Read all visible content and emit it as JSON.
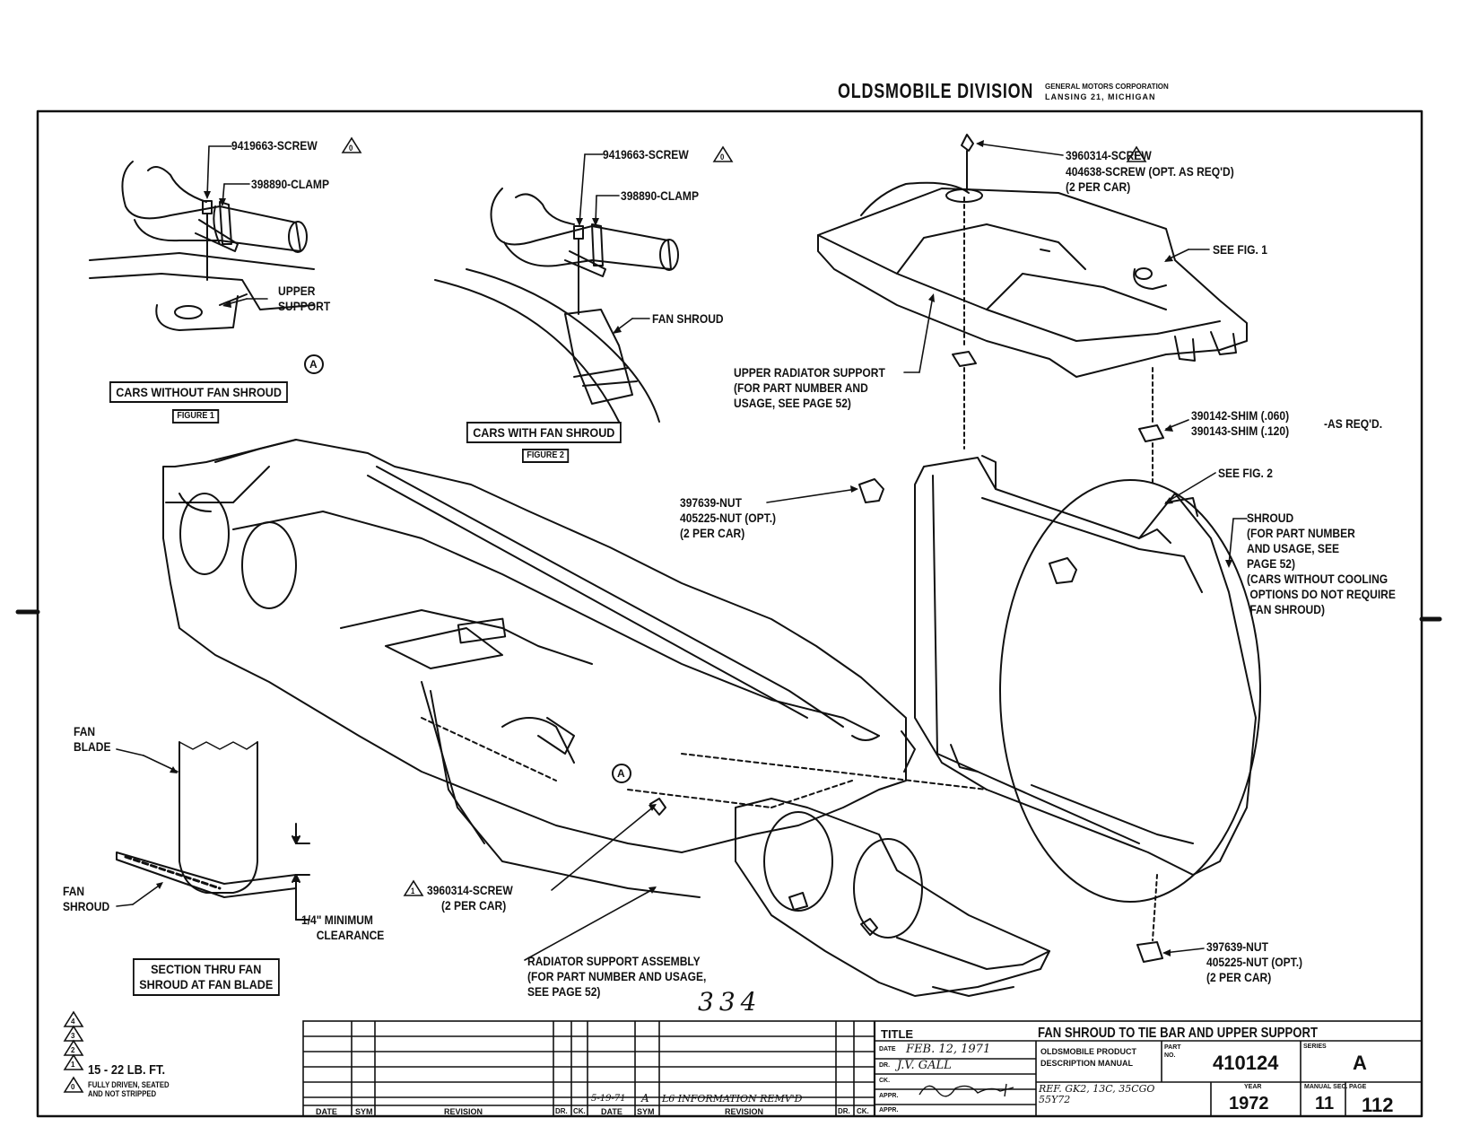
{
  "header": {
    "division": "OLDSMOBILE DIVISION",
    "corp_line1": "GENERAL MOTORS CORPORATION",
    "corp_line2": "LANSING 21, MICHIGAN"
  },
  "figure1": {
    "screw": "9419663-SCREW",
    "clamp": "398890-CLAMP",
    "upper_support": "UPPER\nSUPPORT",
    "caption": "CARS WITHOUT FAN SHROUD",
    "figure": "FIGURE 1"
  },
  "figure2": {
    "screw": "9419663-SCREW",
    "clamp": "398890-CLAMP",
    "fan_shroud": "FAN SHROUD",
    "caption": "CARS WITH FAN SHROUD",
    "figure": "FIGURE 2"
  },
  "callout_a": "A",
  "labels": {
    "top_screw": "3960314-SCREW",
    "top_screw_opt": "404638-SCREW (OPT. AS REQ'D)\n(2 PER CAR)",
    "see_fig1": "SEE FIG. 1",
    "upper_rad_support": "UPPER RADIATOR SUPPORT\n(FOR PART NUMBER AND\nUSAGE, SEE PAGE 52)",
    "shim1": "390142-SHIM (.060)",
    "shim2": "390143-SHIM (.120)",
    "shim_req": "-AS REQ'D.",
    "see_fig2": "SEE FIG. 2",
    "nut_left": "397639-NUT\n405225-NUT (OPT.)\n(2 PER CAR)",
    "shroud": "SHROUD\n(FOR PART NUMBER\nAND USAGE, SEE\nPAGE 52)\n(CARS WITHOUT COOLING\n OPTIONS DO NOT REQUIRE\n FAN SHROUD)",
    "fan_blade": "FAN\nBLADE",
    "fan_shroud_sec": "FAN\nSHROUD",
    "clearance": "1/4\" MINIMUM\n     CLEARANCE",
    "section": "SECTION THRU FAN\nSHROUD AT FAN BLADE",
    "bottom_screw": "3960314-SCREW",
    "bottom_screw_qty": "(2 PER CAR)",
    "rad_support": "RADIATOR SUPPORT ASSEMBLY\n(FOR PART NUMBER AND USAGE,\nSEE PAGE 52)",
    "nut_right": "397639-NUT\n405225-NUT (OPT.)\n(2 PER CAR)",
    "handwritten_number": "334"
  },
  "legend": {
    "torque": "15 - 22 LB. FT.",
    "fully_driven": "FULLY DRIVEN, SEATED\nAND NOT STRIPPED",
    "symbols": [
      "4",
      "3",
      "2",
      "1",
      "0"
    ]
  },
  "revision_block": {
    "headers": [
      "DATE",
      "SYM",
      "REVISION",
      "DR.",
      "CK."
    ],
    "entry_date": "5-19-71",
    "entry_sym": "A",
    "entry_text": "L6 INFORMATION REMV'D"
  },
  "title_block": {
    "title_label": "TITLE",
    "title": "FAN SHROUD TO TIE BAR AND UPPER SUPPORT",
    "date_label": "DATE",
    "date": "FEB. 12, 1971",
    "dr_label": "DR.",
    "dr": "J.V. GALL",
    "ck_label": "CK.",
    "appr_label": "APPR.",
    "manual_line1": "OLDSMOBILE PRODUCT",
    "manual_line2": "DESCRIPTION MANUAL",
    "part_label": "PART\nNO.",
    "part_no": "410124",
    "series_label": "SERIES",
    "series": "A",
    "ref": "REF. GK2, 13C, 35CGO\n55Y72",
    "year_label": "YEAR",
    "year": "1972",
    "manual_sec_label": "MANUAL SEC.",
    "manual_sec": "11",
    "page_label": "PAGE",
    "page": "112"
  }
}
